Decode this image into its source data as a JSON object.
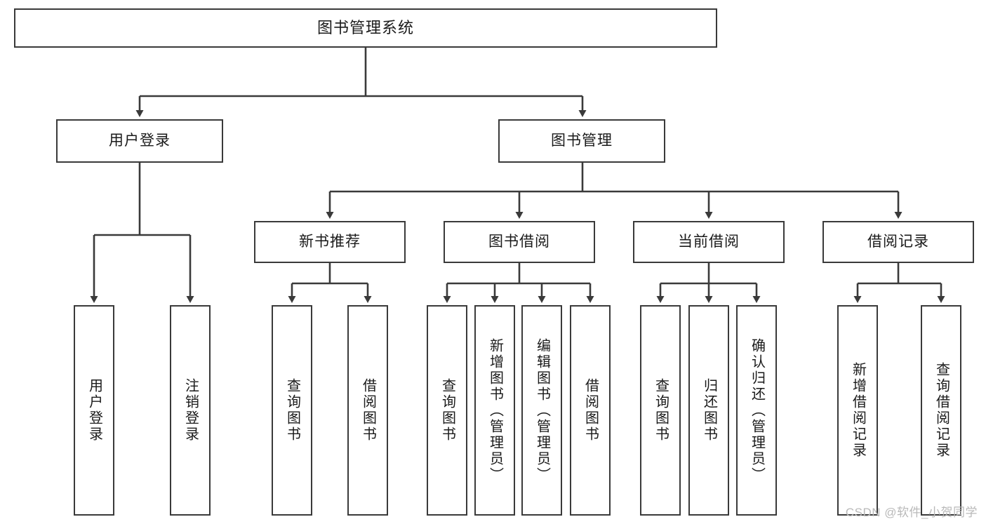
{
  "diagram": {
    "title": "图书管理系统",
    "type": "功能结构图",
    "stroke_color": "#3a3a3a",
    "text_color": "#1a1a1a",
    "background_color": "#ffffff",
    "root": {
      "label": "图书管理系统"
    },
    "level2": [
      {
        "label": "用户登录"
      },
      {
        "label": "图书管理"
      }
    ],
    "level3": [
      {
        "label": "新书推荐"
      },
      {
        "label": "图书借阅"
      },
      {
        "label": "当前借阅"
      },
      {
        "label": "借阅记录"
      }
    ],
    "leaves": {
      "user_login": [
        {
          "label": "用户登录"
        },
        {
          "label": "注销登录"
        }
      ],
      "new_book_recommend": [
        {
          "label": "查询图书"
        },
        {
          "label": "借阅图书"
        }
      ],
      "book_borrow": [
        {
          "label": "查询图书"
        },
        {
          "label": "新增图书（管理员）"
        },
        {
          "label": "编辑图书（管理员）"
        },
        {
          "label": "借阅图书"
        }
      ],
      "current_borrow": [
        {
          "label": "查询图书"
        },
        {
          "label": "归还图书"
        },
        {
          "label": "确认归还（管理员）"
        }
      ],
      "borrow_record": [
        {
          "label": "新增借阅记录"
        },
        {
          "label": "查询借阅记录"
        }
      ]
    }
  },
  "watermark": {
    "text": "CSDN @软件_小贺同学"
  }
}
